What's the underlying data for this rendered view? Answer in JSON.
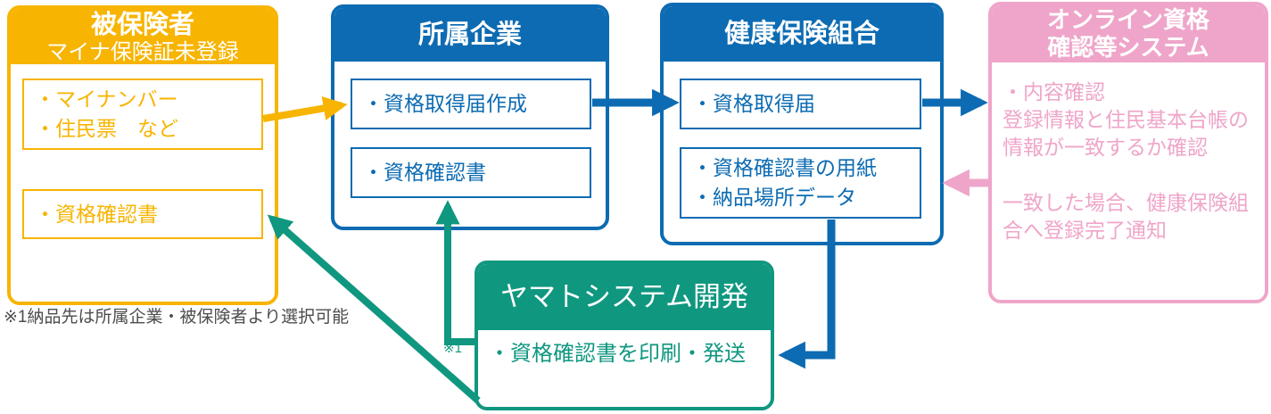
{
  "colors": {
    "yellow": "#F7B400",
    "blue": "#0C6BB2",
    "pink": "#EFA5C9",
    "green": "#109780",
    "note_gray": "#4D4D4D"
  },
  "insured": {
    "title": "被保険者",
    "subtitle": "マイナ保険証未登録",
    "item1_line1": "・マイナンバー",
    "item1_line2": "・住民票　など",
    "item2": "・資格確認書"
  },
  "company": {
    "title": "所属企業",
    "item1": "・資格取得届作成",
    "item2": "・資格確認書"
  },
  "kenpo": {
    "title": "健康保険組合",
    "item1": "・資格取得届",
    "item2_line1": "・資格確認書の用紙",
    "item2_line2": "・納品場所データ"
  },
  "online": {
    "title_line1": "オンライン資格",
    "title_line2": "確認等システム",
    "bullet": "・内容確認",
    "check_line1": "登録情報と住民基本台帳の",
    "check_line2": "情報が一致するか確認",
    "blank": "",
    "result_line1": "一致した場合、健康保険組",
    "result_line2": "合へ登録完了通知"
  },
  "yamato": {
    "title": "ヤマトシステム開発",
    "item1": "・資格確認書を印刷・発送"
  },
  "annotations": {
    "note": "※1納品先は所属企業・被保険者より選択可能",
    "ref": "※1"
  }
}
